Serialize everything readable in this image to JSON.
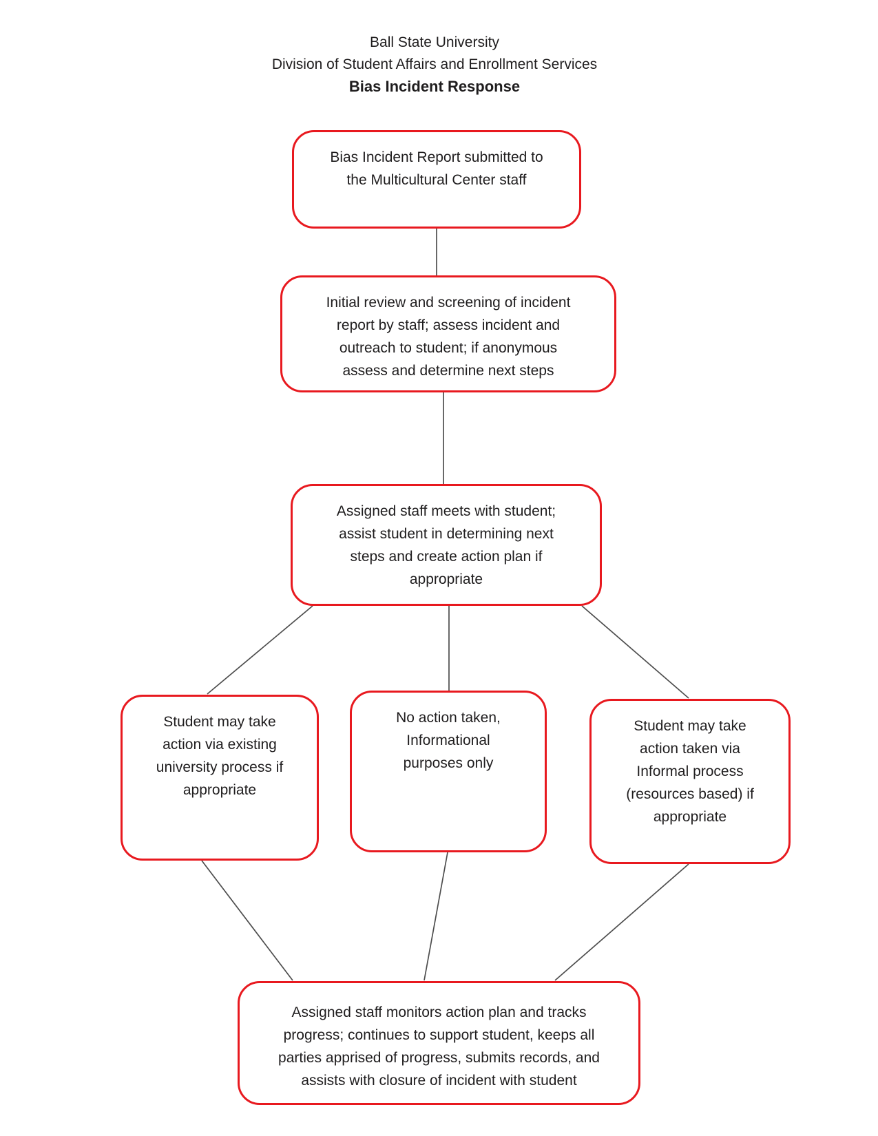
{
  "header": {
    "organization": "Ball State University",
    "division": "Division of Student Affairs and Enrollment Services",
    "title": "Bias Incident Response"
  },
  "flowchart": {
    "nodes": {
      "report_submitted": {
        "text": "Bias Incident Report submitted to\nthe Multicultural Center staff"
      },
      "initial_review": {
        "text": "Initial review and screening of incident\nreport by staff; assess incident and\noutreach to student; if anonymous\nassess and determine next steps"
      },
      "staff_meeting": {
        "text": "Assigned staff meets with student;\nassist student in determining next\nsteps and create action plan if\nappropriate"
      },
      "university_process": {
        "text": "Student may take\naction via existing\nuniversity process if\nappropriate"
      },
      "no_action": {
        "text": "No action taken,\nInformational\npurposes only"
      },
      "informal_process": {
        "text": "Student may take\naction taken via\nInformal process\n(resources based) if\nappropriate"
      },
      "monitoring": {
        "text": "Assigned staff monitors action plan and tracks\nprogress; continues to support student, keeps all\nparties apprised of progress, submits records, and\nassists with closure of incident with student"
      }
    },
    "edges": [
      {
        "from": "report_submitted",
        "to": "initial_review"
      },
      {
        "from": "initial_review",
        "to": "staff_meeting"
      },
      {
        "from": "staff_meeting",
        "to": "university_process"
      },
      {
        "from": "staff_meeting",
        "to": "no_action"
      },
      {
        "from": "staff_meeting",
        "to": "informal_process"
      },
      {
        "from": "university_process",
        "to": "monitoring"
      },
      {
        "from": "no_action",
        "to": "monitoring"
      },
      {
        "from": "informal_process",
        "to": "monitoring"
      }
    ]
  },
  "colors": {
    "node_border": "#e8191f",
    "connector": "#4d4d4d",
    "text": "#1f1d1e",
    "background": "#ffffff"
  }
}
